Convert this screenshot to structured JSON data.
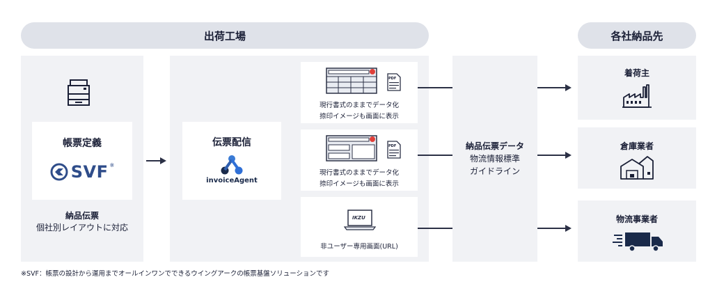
{
  "factory_header": "出荷工場",
  "dest_header": "各社納品先",
  "form_def": {
    "title": "帳票定義",
    "logo_text": "SVF",
    "logo_mark": "※",
    "caption_title": "納品伝票",
    "caption_sub": "個社別レイアウトに対応"
  },
  "delivery": {
    "title": "伝票配信",
    "logo_text": "invoiceAgent"
  },
  "docs": [
    {
      "line1": "現行書式のままでデータ化",
      "line2": "捺印イメージも画面に表示",
      "badge": "PDF"
    },
    {
      "line1": "現行書式のままでデータ化",
      "line2": "捺印イメージも画面に表示",
      "badge": "PDF"
    },
    {
      "line1": "非ユーザー専用画面(URL)",
      "screen_logo": "IKZU"
    }
  ],
  "data_box": {
    "title": "納品伝票データ",
    "line1": "物流情報標準",
    "line2": "ガイドライン"
  },
  "destinations": [
    {
      "label": "着荷主",
      "icon": "factory-icon"
    },
    {
      "label": "倉庫業者",
      "icon": "warehouse-icon"
    },
    {
      "label": "物流事業者",
      "icon": "truck-icon"
    }
  ],
  "footnote": "※SVF：帳票の設計から運用までオールインワンでできるウイングアークの帳票基盤ソリューションです",
  "colors": {
    "navy": "#1a2a4a",
    "accent_blue": "#2f6fd6",
    "red": "#e0403a",
    "pill": "#dfe2e9",
    "panel": "#f1f2f5"
  }
}
